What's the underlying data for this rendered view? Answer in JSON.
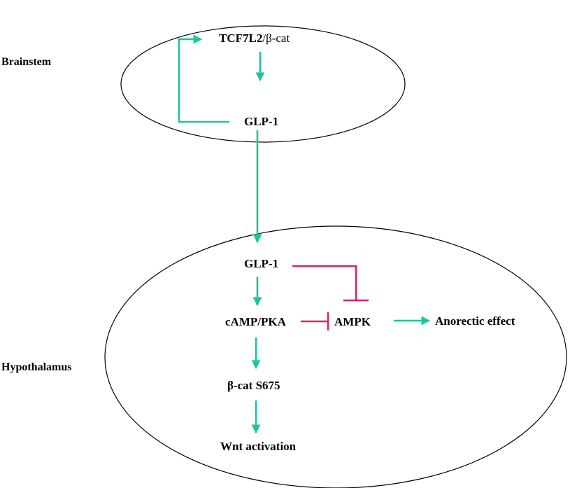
{
  "regions": {
    "brainstem": "Brainstem",
    "hypothalamus": "Hypothalamus"
  },
  "nodes": {
    "tcf7l2_bold": "TCF7L2",
    "tcf7l2_rest": "/β-cat",
    "glp1_brainstem": "GLP-1",
    "glp1_hypothalamus": "GLP-1",
    "camp_pka": "cAMP/PKA",
    "ampk": "AMPK",
    "anorectic": "Anorectic effect",
    "beta_cat": "β-cat S675",
    "wnt": "Wnt activation"
  },
  "colors": {
    "activation": "#19c79a",
    "inhibition": "#e0206b",
    "outline": "#000000"
  },
  "edges": [
    {
      "from": "glp1_brainstem",
      "to": "tcf7l2",
      "type": "activation"
    },
    {
      "from": "tcf7l2",
      "to": "glp1_brainstem",
      "type": "activation"
    },
    {
      "from": "glp1_brainstem",
      "to": "glp1_hypothalamus",
      "type": "activation"
    },
    {
      "from": "glp1_hypothalamus",
      "to": "camp_pka",
      "type": "activation"
    },
    {
      "from": "glp1_hypothalamus",
      "to": "ampk",
      "type": "inhibition"
    },
    {
      "from": "camp_pka",
      "to": "ampk",
      "type": "inhibition"
    },
    {
      "from": "ampk",
      "to": "anorectic",
      "type": "activation"
    },
    {
      "from": "camp_pka",
      "to": "beta_cat",
      "type": "activation"
    },
    {
      "from": "beta_cat",
      "to": "wnt",
      "type": "activation"
    }
  ]
}
